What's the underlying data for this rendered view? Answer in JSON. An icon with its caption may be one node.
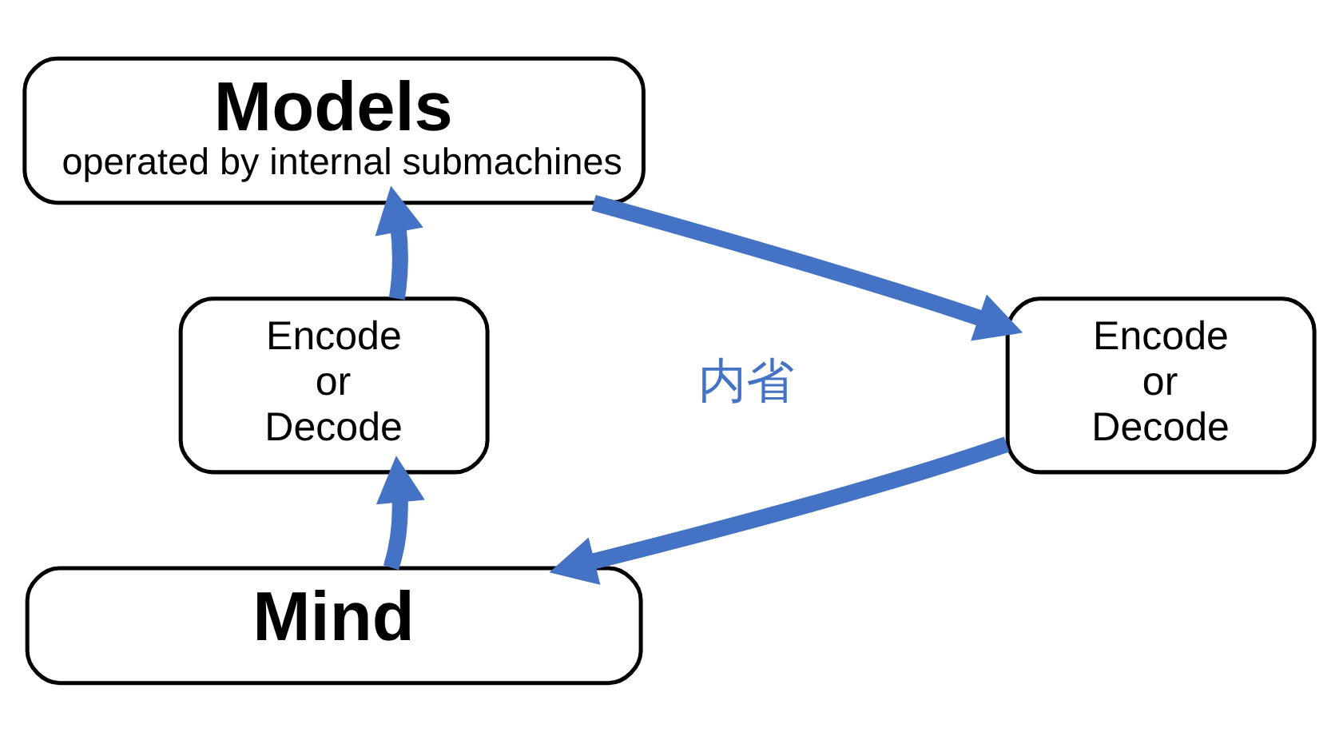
{
  "diagram": {
    "nodes": [
      {
        "text": [
          "Models",
          "operated by internal submachines"
        ]
      },
      {
        "text": [
          "Encode or Decode"
        ]
      },
      {
        "text": [
          "Encode or Decode"
        ]
      },
      {
        "text": [
          "Mind"
        ]
      }
    ],
    "edges": [
      {
        "from": 3,
        "to": 1,
        "arrow": "to"
      },
      {
        "from": 1,
        "to": 0,
        "arrow": "to"
      },
      {
        "from": 0,
        "to": 2,
        "arrow": "to"
      },
      {
        "from": 2,
        "to": 3,
        "arrow": "to"
      }
    ],
    "labels": [
      "内省"
    ]
  }
}
